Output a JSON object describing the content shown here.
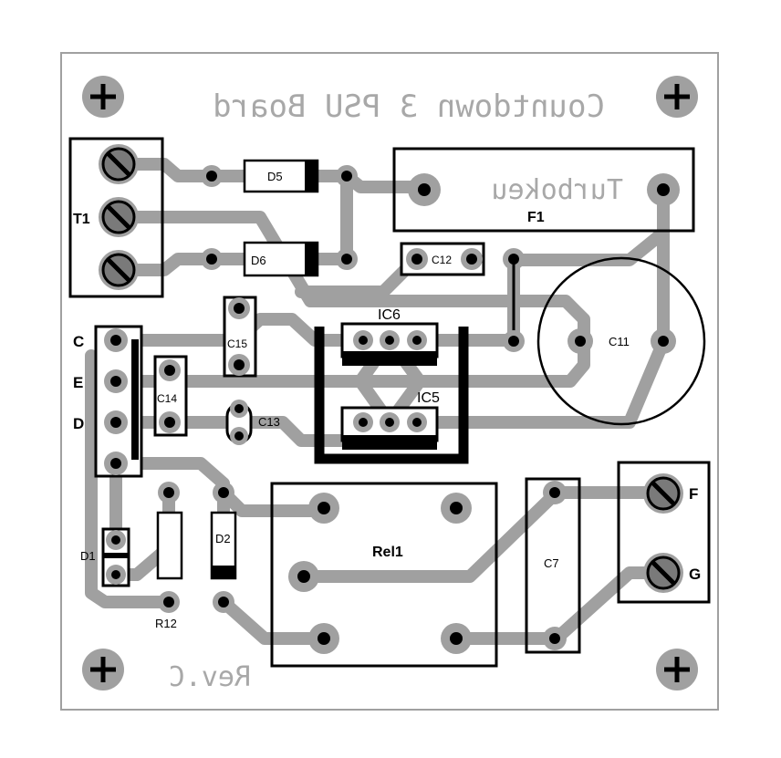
{
  "board": {
    "title": "Countdown 3 PSU Board",
    "revision": "Rev.C",
    "f1_value": "Turbokeu"
  },
  "designators": {
    "T1": "T1",
    "D5": "D5",
    "D6": "D6",
    "F1": "F1",
    "C12": "C12",
    "IC6": "IC6",
    "IC5": "IC5",
    "C15": "C15",
    "C14": "C14",
    "C13": "C13",
    "C11": "C11",
    "D1": "D1",
    "D2": "D2",
    "R12": "R12",
    "Rel1": "Rel1",
    "C7": "C7"
  },
  "connector_labels": {
    "C": "C",
    "E": "E",
    "D": "D",
    "F": "F",
    "G": "G"
  },
  "colors": {
    "track": "#a0a0a0",
    "silkscreen": "#000000",
    "mirror_text": "#a8a8a8",
    "outline": "#a0a0a0"
  }
}
